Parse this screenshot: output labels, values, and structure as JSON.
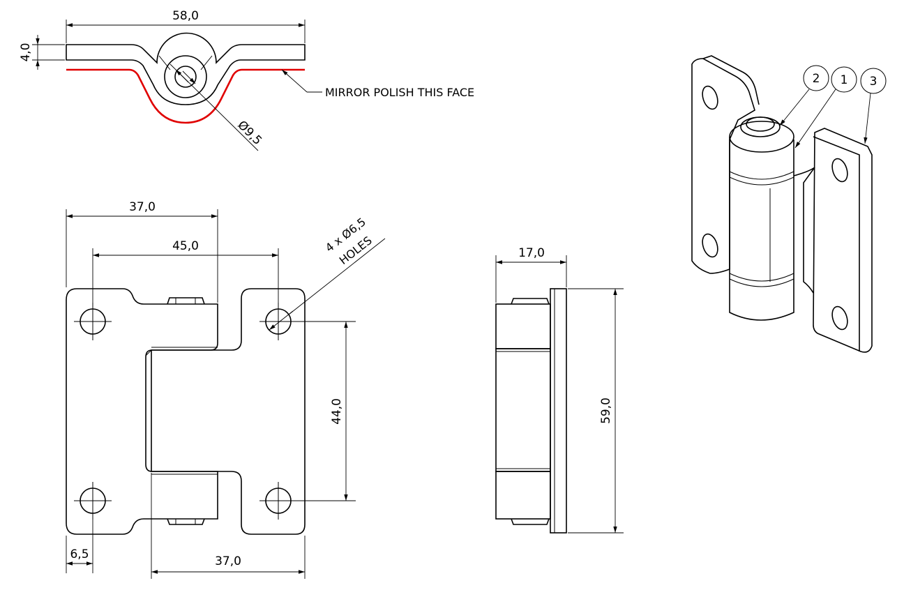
{
  "dimensions": {
    "top_width": "58,0",
    "top_thickness": "4,0",
    "top_pin_diameter": "Ø9,5",
    "front_width_upper": "37,0",
    "front_hole_spacing_h": "45,0",
    "front_hole_spacing_v": "44,0",
    "front_edge_hole": "6,5",
    "front_width_lower": "37,0",
    "side_depth": "17,0",
    "side_height": "59,0"
  },
  "notes": {
    "polish": "MIRROR POLISH THIS FACE",
    "holes_line1": "4 x Ø6,5",
    "holes_line2": "HOLES"
  },
  "balloons": {
    "b1": "1",
    "b2": "2",
    "b3": "3"
  },
  "colors": {
    "line": "#000000",
    "polish_face": "#e00000",
    "background": "#ffffff"
  }
}
